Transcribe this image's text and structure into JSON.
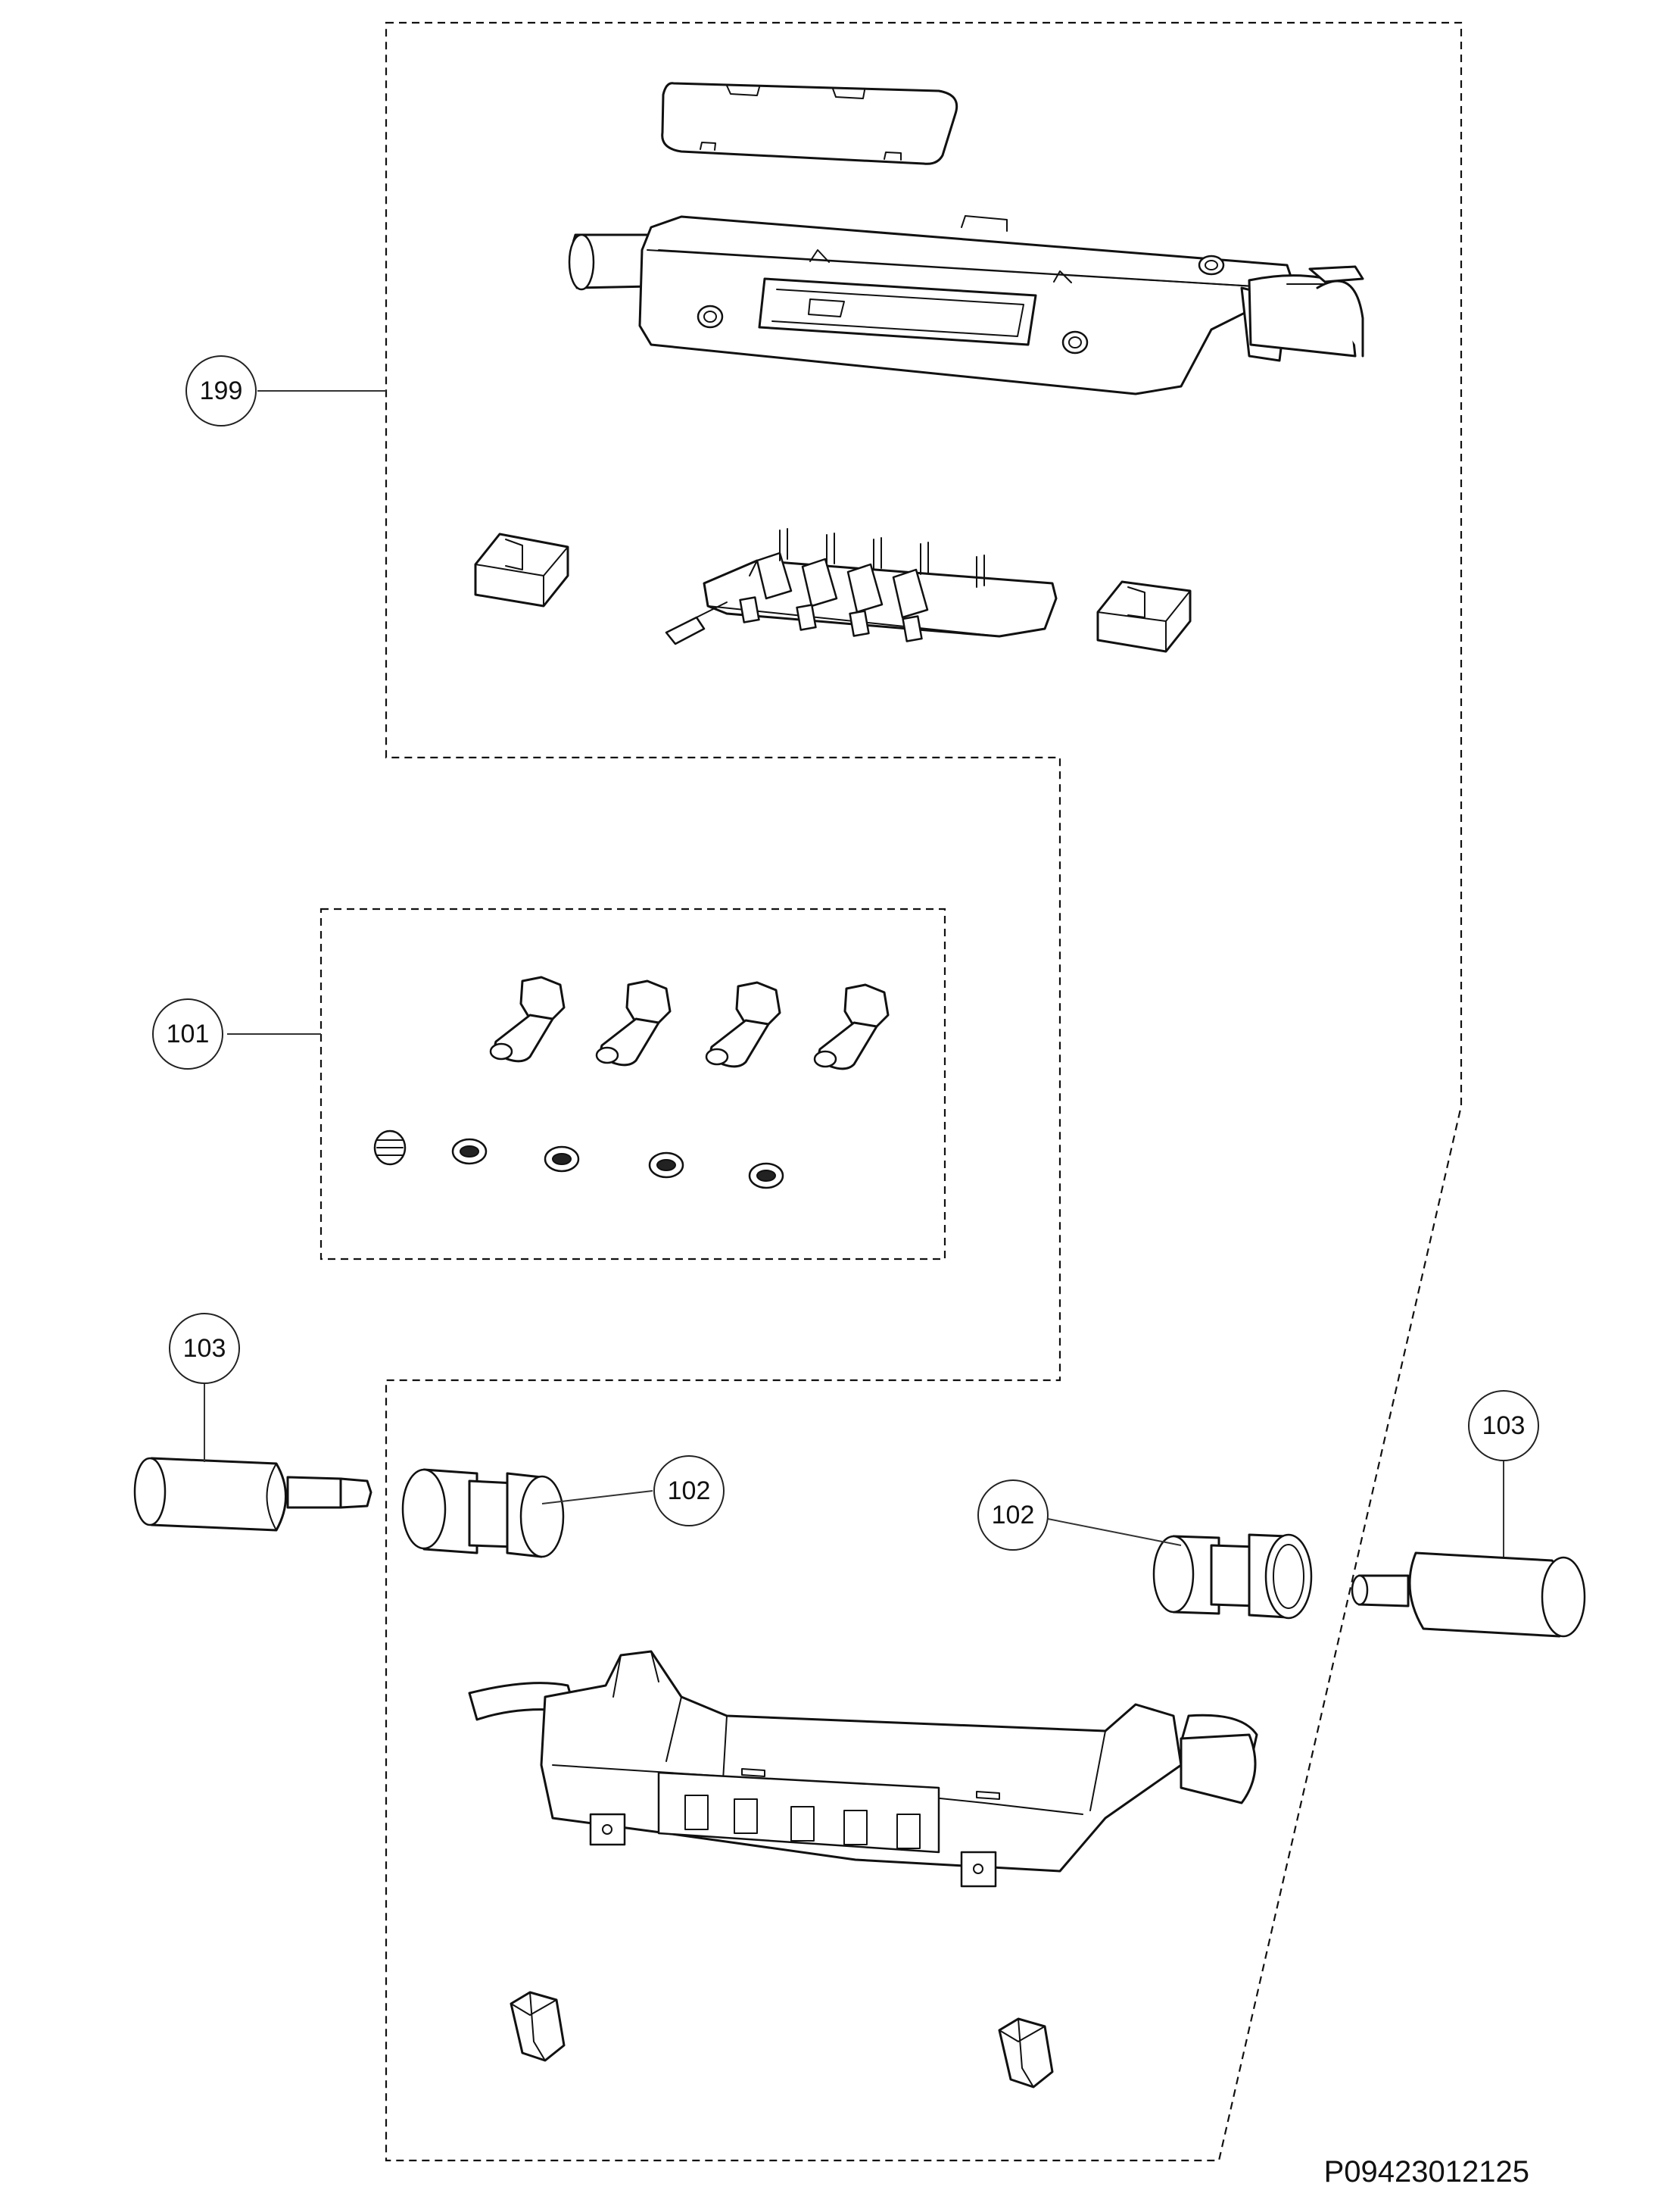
{
  "callouts": {
    "c199": "199",
    "c101": "101",
    "c103_left": "103",
    "c102_left": "102",
    "c102_right": "102",
    "c103_right": "103"
  },
  "document_number": "P09423012125"
}
